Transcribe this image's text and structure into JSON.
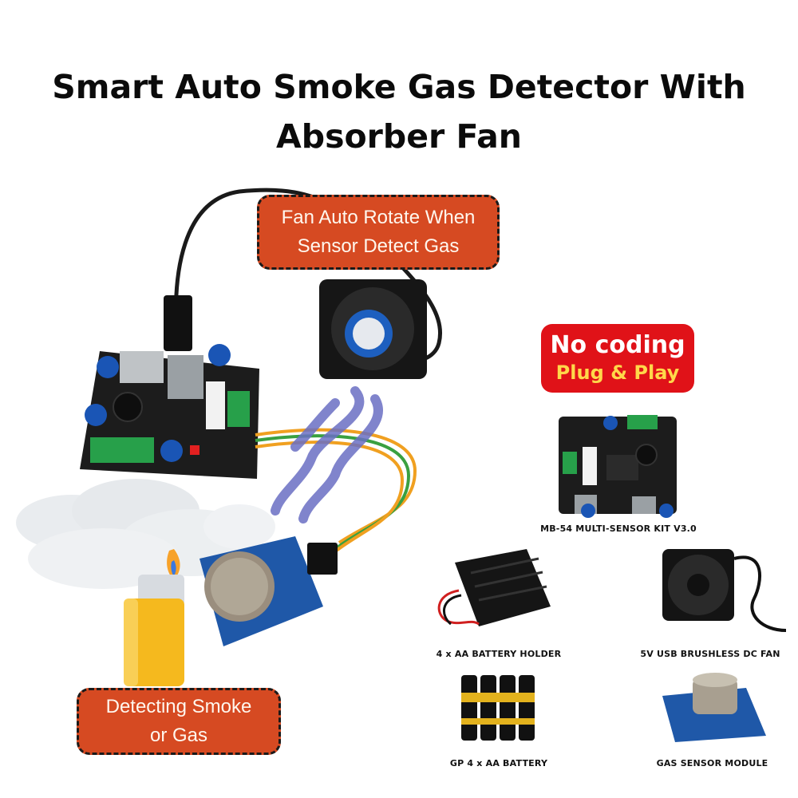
{
  "title": {
    "line1": "Smart Auto Smoke Gas Detector With",
    "line2": "Absorber Fan"
  },
  "callouts": {
    "fan": {
      "line1": "Fan Auto Rotate When",
      "line2": "Sensor Detect Gas"
    },
    "detect": {
      "line1": "Detecting Smoke",
      "line2": "or Gas"
    }
  },
  "badge": {
    "line1": "No coding",
    "line2": "Plug & Play"
  },
  "products": {
    "kit": "MB-54 MULTI-SENSOR KIT V3.0",
    "battery_holder": "4 x AA BATTERY HOLDER",
    "fan": "5V USB BRUSHLESS DC FAN",
    "battery": "GP 4 x AA BATTERY",
    "gas_sensor": "GAS SENSOR MODULE"
  },
  "colors": {
    "callout": "#d64a22",
    "badge": "#e01218",
    "badge_accent": "#ffd84a",
    "smoke": "#6a6fc4"
  }
}
